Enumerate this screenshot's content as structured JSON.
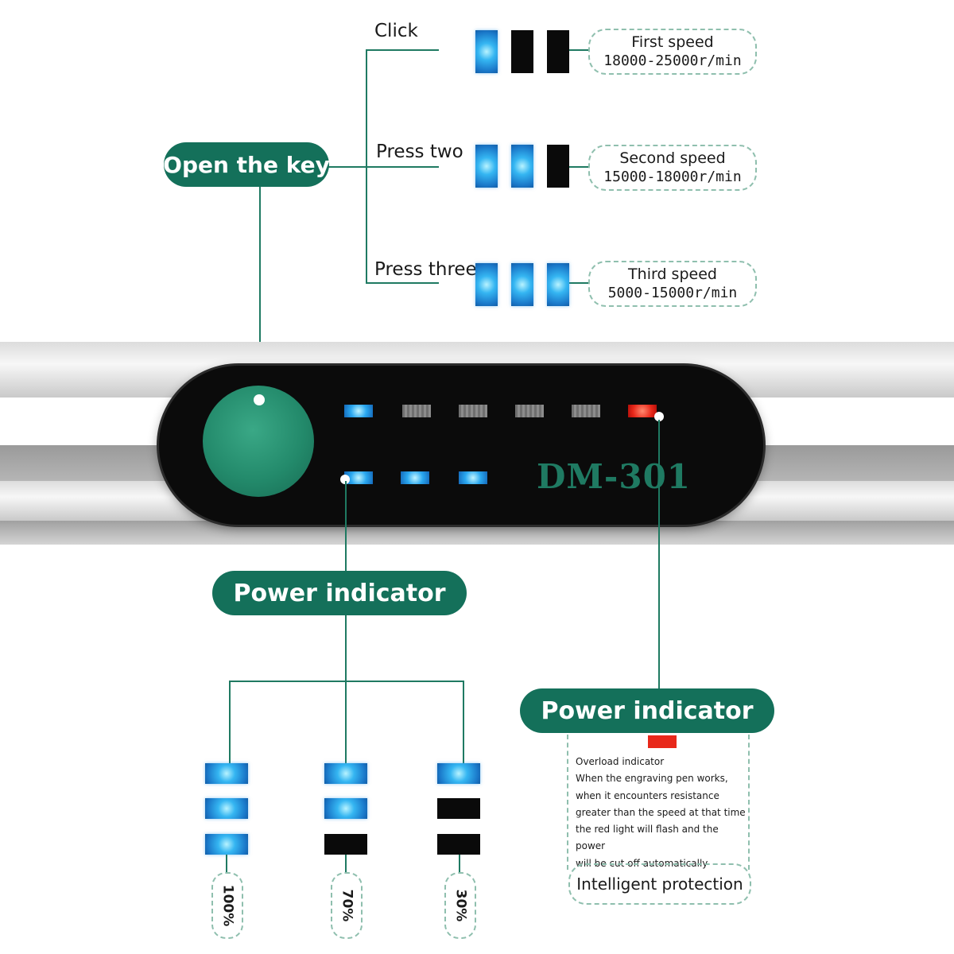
{
  "speed_modes": [
    {
      "action": "Click",
      "name": "First speed",
      "range": "18000-25000r/min",
      "lit": 1
    },
    {
      "action": "Press two",
      "name": "Second speed",
      "range": "15000-18000r/min",
      "lit": 2
    },
    {
      "action": "Press three",
      "name": "Third speed",
      "range": "5000-15000r/min",
      "lit": 3
    }
  ],
  "open_key_label": "Open the key",
  "model": "DM-301",
  "power_indicator_label": "Power indicator",
  "power_levels": [
    {
      "label": "100%",
      "lit": 3
    },
    {
      "label": "70%",
      "lit": 2
    },
    {
      "label": "30%",
      "lit": 1
    }
  ],
  "overload": {
    "title": "Power indicator",
    "heading": "Overload indicator",
    "lines": [
      "When the engraving pen works,",
      "when it encounters resistance",
      "greater than the speed at that time",
      "the red light will flash and the power",
      "will be cut off automatically"
    ],
    "footer": "Intelligent protection"
  },
  "colors": {
    "accent": "#14705a",
    "led_blue": "#2aa8f0",
    "led_red": "#e8281a"
  }
}
